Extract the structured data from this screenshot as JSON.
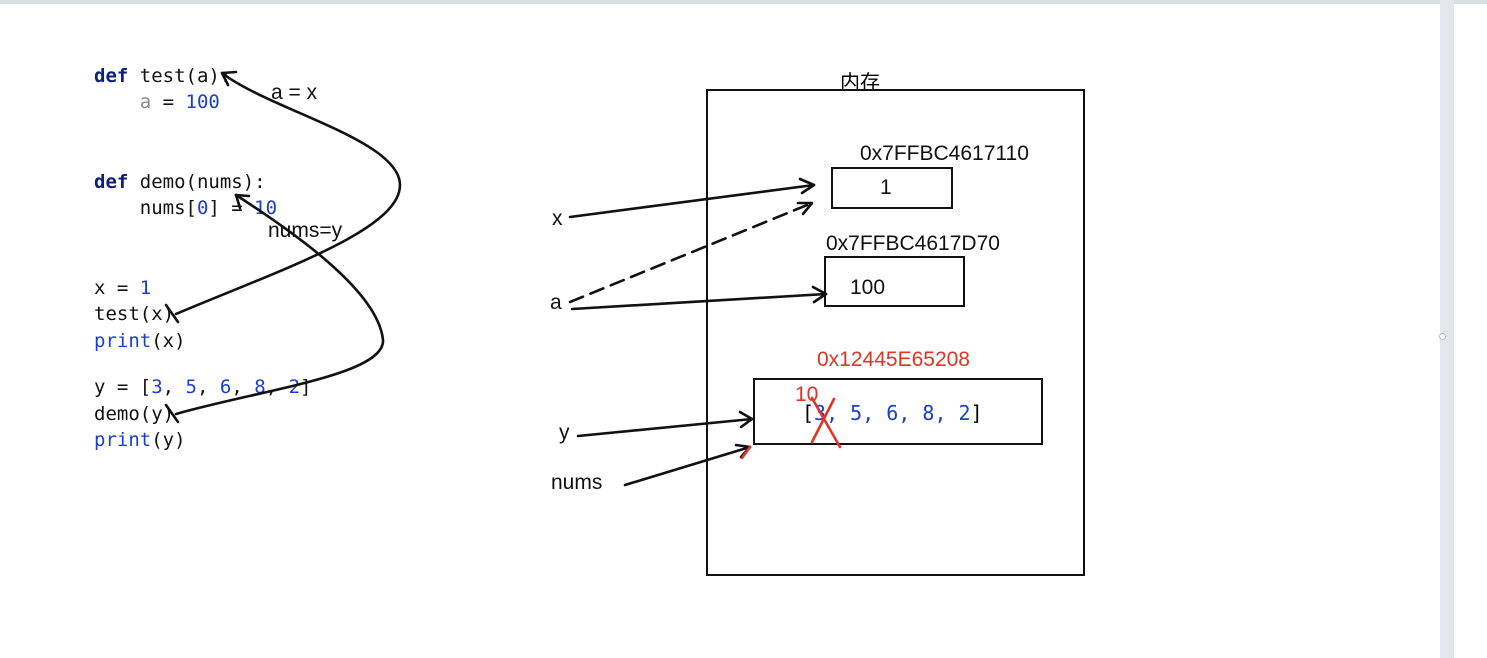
{
  "code": {
    "def_kw": "def",
    "test_def": " test(a):",
    "test_body_var": "    a",
    "test_body_eq": " = ",
    "test_body_val": "100",
    "demo_def": " demo(nums):",
    "demo_body": "    nums[",
    "demo_idx": "0",
    "demo_body2": "] = ",
    "demo_val": "10",
    "x_assign": "x = ",
    "x_val": "1",
    "test_call": "test(x)",
    "print_x_kw": "print",
    "print_x_arg": "(x)",
    "y_assign": "y = [",
    "y_list_values": [
      "3",
      "5",
      "6",
      "8",
      "2"
    ],
    "y_list_sep": ", ",
    "y_list_close": "]",
    "demo_call": "demo(y)",
    "print_y_kw": "print",
    "print_y_arg": "(y)"
  },
  "annotations": {
    "a_eq_x": "a = x",
    "nums_eq_y": "nums=y"
  },
  "memory": {
    "title": "内存",
    "cells": [
      {
        "address": "0x7FFBC4617110",
        "value": "1"
      },
      {
        "address": "0x7FFBC4617D70",
        "value": "100"
      }
    ],
    "list_cell": {
      "address": "0x12445E65208",
      "open": "[",
      "first": "3",
      "rest": ", 5, 6, 8, 2",
      "close": "]",
      "replacement": "10"
    }
  },
  "variables": {
    "x": "x",
    "a": "a",
    "y": "y",
    "nums": "nums"
  },
  "colors": {
    "keyword": "#0b1f80",
    "number": "#1a3fd0",
    "annotation_red": "#e03424",
    "greyed": "#8a8a8a"
  }
}
